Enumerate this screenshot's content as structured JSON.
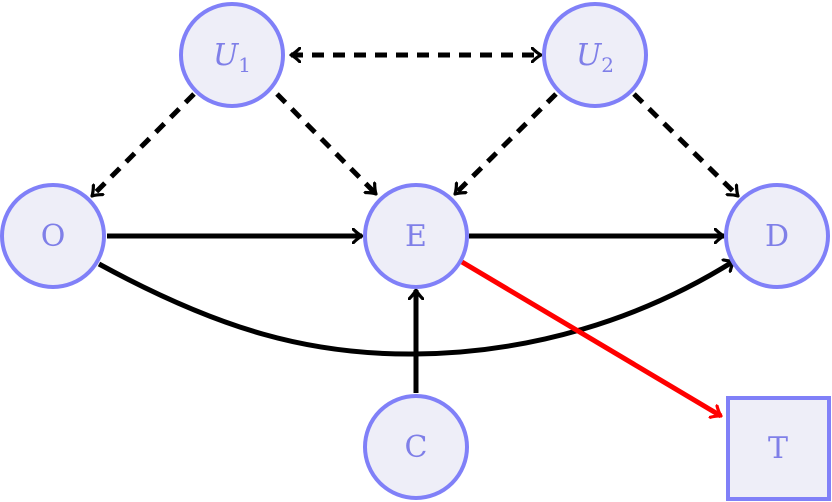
{
  "nodes": {
    "u1": {
      "label": "U",
      "sub": "1"
    },
    "u2": {
      "label": "U",
      "sub": "2"
    },
    "o": {
      "label": "O"
    },
    "e": {
      "label": "E"
    },
    "d": {
      "label": "D"
    },
    "c": {
      "label": "C"
    },
    "t": {
      "label": "T"
    }
  },
  "colors": {
    "node_fill": "#eeeef8",
    "node_stroke": "#8080f8",
    "label": "#7f7fe8",
    "edge": "#000000",
    "highlight_edge": "#ff0000"
  },
  "edges": [
    {
      "from": "u1",
      "to": "u2",
      "style": "dashed",
      "bidirectional": true
    },
    {
      "from": "u1",
      "to": "o",
      "style": "dashed"
    },
    {
      "from": "u1",
      "to": "e",
      "style": "dashed"
    },
    {
      "from": "u2",
      "to": "e",
      "style": "dashed"
    },
    {
      "from": "u2",
      "to": "d",
      "style": "dashed"
    },
    {
      "from": "o",
      "to": "e",
      "style": "solid"
    },
    {
      "from": "e",
      "to": "d",
      "style": "solid"
    },
    {
      "from": "o",
      "to": "d",
      "style": "solid",
      "curved": true
    },
    {
      "from": "c",
      "to": "e",
      "style": "solid"
    },
    {
      "from": "e",
      "to": "t",
      "style": "red"
    }
  ]
}
